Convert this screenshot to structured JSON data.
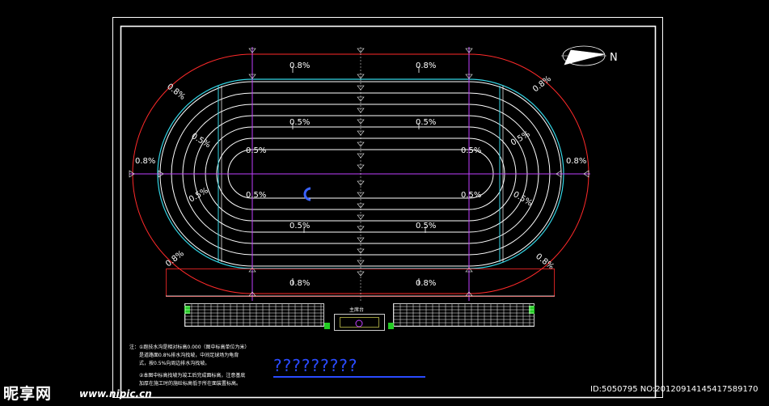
{
  "grade_labels": {
    "straight_top_left": "0.8%",
    "straight_top_right": "0.8%",
    "straight_bottom_left": "0.8%",
    "straight_bottom_right": "0.8%",
    "field_upper_left": "0.5%",
    "field_upper_right": "0.5%",
    "field_lower_left": "0.5%",
    "field_lower_right": "0.5%",
    "inner_upper_left": "0.5%",
    "inner_upper_right": "0.5%",
    "inner_lower_left": "0.5%",
    "inner_lower_right": "0.5%",
    "curve_left_outer_top": "0.8%",
    "curve_left_outer_mid": "0.8%",
    "curve_left_outer_bottom": "0.8%",
    "curve_right_outer_top": "0.8%",
    "curve_right_outer_mid": "0.8%",
    "curve_right_outer_bottom": "0.8%",
    "curve_left_inner_top": "0.5%",
    "curve_left_inner_bottom": "0.5%",
    "curve_right_inner_top": "0.5%",
    "curve_right_inner_bottom": "0.5%"
  },
  "north_label": "N",
  "grandstand_label": "主席台",
  "notes": {
    "line1": "注：①跑技水沟是相对标高0.000（图中标高单位为米）",
    "line2": "　　是道路面0.8%排水沟找坡，中间足球场为龟背",
    "line3": "　　式，按0.5%向周边排水沟找坡。",
    "line4": "　　②本图中标高找坡为竣工后完成面标高，注意基底",
    "line5": "　　加厚在施工时的施砼标高低于所在面装置标高。"
  },
  "drawing_title": "?????????",
  "watermark": {
    "brand": "昵享网",
    "url": "www.nipic.cn",
    "id_line": "ID:5050795 NO:20120914145417589170"
  },
  "colors": {
    "background": "#000000",
    "frame": "#ffffff",
    "outer_boundary": "#ff2a2a",
    "inner_track_edge": "#33d6e6",
    "lane_lines": "#ffffff",
    "axis_lines": "#c040ff",
    "stand_rows": "#ffffff",
    "stand_ends": "#22cc22",
    "title_text": "#2a4bff"
  }
}
